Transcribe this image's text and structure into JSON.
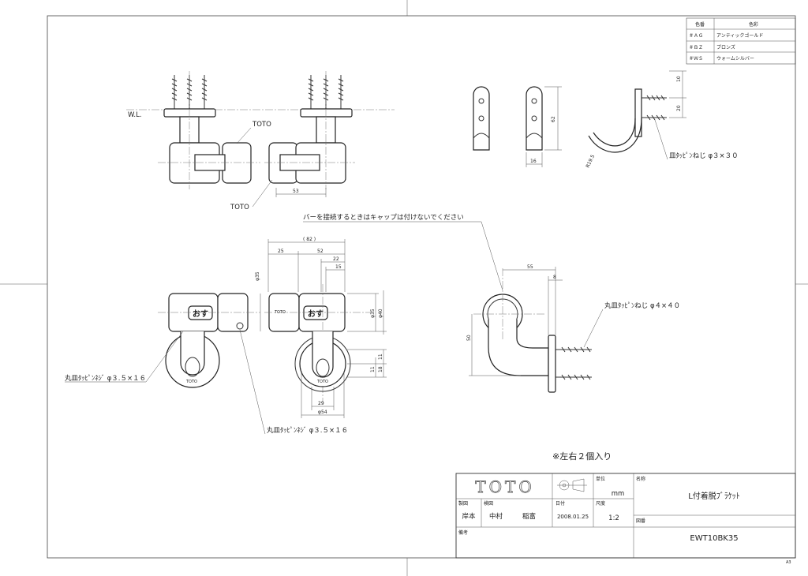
{
  "color_table": {
    "header": {
      "code": "色番",
      "color": "色彩"
    },
    "rows": [
      {
        "code": "＃ＡＧ",
        "color": "アンティックゴールド"
      },
      {
        "code": "＃ＢＺ",
        "color": "ブロンズ"
      },
      {
        "code": "＃ＷＳ",
        "color": "ウォームシルバー"
      }
    ]
  },
  "labels": {
    "wl": "W.L.",
    "toto_top": "TOTO",
    "toto_bottom": "TOTO",
    "caution": "バーを接続するときはキャップは付けないでください",
    "screw_small": "皿ﾀｯﾋﾟﾝねじ φ３×３０",
    "screw_right": "丸皿ﾀｯﾋﾟﾝねじ φ４×４０",
    "screw_left": "丸皿ﾀｯﾋﾟﾝﾈｼﾞ φ３.５×１６",
    "screw_mid": "丸皿ﾀｯﾋﾟﾝﾈｼﾞ φ３.５×１６",
    "pair_note": "※左右２個入り",
    "osu_1": "おす",
    "osu_2": "おす",
    "toto_small_1": "TOTO",
    "toto_small_2": "TOTO",
    "toto_small_3": "TOTO"
  },
  "dimensions": {
    "d53": "53",
    "d82": "( 82 )",
    "d25": "25",
    "d52": "52",
    "d22": "22",
    "d15": "15",
    "phi35a": "φ35",
    "phi35b": "φ35",
    "phi40": "φ40",
    "d11a": "11",
    "d18": "18",
    "d11b": "11",
    "d29": "29",
    "phi54": "φ54",
    "d55": "55",
    "d8": "8",
    "d50": "50",
    "d62": "62",
    "d16": "16",
    "d10": "10",
    "d20": "20",
    "r195": "R19.5"
  },
  "title_block": {
    "logo": "TOTO",
    "unit_label": "単位",
    "unit_value": "mm",
    "name_label": "名称",
    "name_value": "L付着脱ﾌﾞﾗｹｯﾄ",
    "drawn_label": "製図",
    "drawn_value": "岸本",
    "checked_label": "検図",
    "checked_value": "中村",
    "approved_value": "稲富",
    "date_label": "日付",
    "date_value": "2008.01.25",
    "scale_label": "尺度",
    "scale_value": "1:2",
    "drawing_no_label": "図番",
    "drawing_no_value": "EWT10BK35",
    "remarks_label": "備考"
  },
  "sheet_size": "A3"
}
